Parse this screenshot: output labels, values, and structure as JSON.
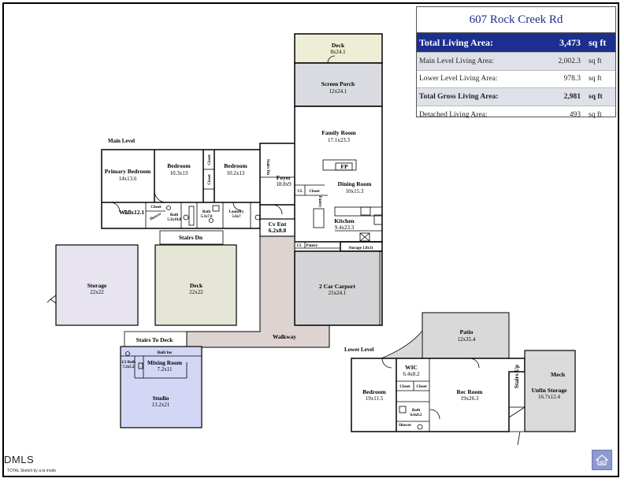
{
  "summary": {
    "address": "607 Rock Creek Rd",
    "total_living": {
      "label": "Total Living Area:",
      "value": "3,473",
      "unit": "sq ft"
    },
    "main_level": {
      "label": "Main Level Living Area:",
      "value": "2,002.3",
      "unit": "sq ft"
    },
    "lower_level": {
      "label": "Lower Level Living Area:",
      "value": "978.3",
      "unit": "sq ft"
    },
    "total_gross": {
      "label": "Total Gross Living Area:",
      "value": "2,981",
      "unit": "sq ft"
    },
    "detached": {
      "label": "Detached Living Area:",
      "value": "493",
      "unit": "sq ft"
    }
  },
  "levels": {
    "main": "Main Level",
    "lower": "Lower Level"
  },
  "rooms": {
    "deck_top": {
      "name": "Deck",
      "dims": "8x24.1"
    },
    "screen_porch": {
      "name": "Screen Porch",
      "dims": "12x24.1"
    },
    "family_room": {
      "name": "Family Room",
      "dims": "17.1x23.3"
    },
    "fp": "FP",
    "primary_bedroom": {
      "name": "Primary Bedroom",
      "dims": "14x13.6"
    },
    "bedroom_1": {
      "name": "Bedroom",
      "dims": "10.3x13"
    },
    "bedroom_2": {
      "name": "Bedroom",
      "dims": "10.2x13"
    },
    "closet_v1": "Closet",
    "closet_v2": "Closet",
    "stairs_dn_v": "Stairs Dn",
    "foyer": {
      "name": "Foyer",
      "dims": "18.8x9"
    },
    "cl_1": "CL",
    "closet_h": "Closet",
    "dining_room": {
      "name": "Dining Room",
      "dims": "10x15.3"
    },
    "wic_main": {
      "name": "WIC",
      "dims": "5.3x12.1"
    },
    "closet_small": "Closet",
    "shower_main": "Shower",
    "bath_main": {
      "name": "Bath",
      "dims": "5.3x10.8"
    },
    "bath_half": {
      "name": "Bath",
      "dims": "5.3x7.8"
    },
    "laundry": {
      "name": "Laundry",
      "dims": "5.6x7"
    },
    "pantry_v": "Pantry",
    "kitchen": {
      "name": "Kitchen",
      "dims": "9.4x23.3"
    },
    "cv_ent": {
      "name": "Cv Ent",
      "dims": "6.2x8.8"
    },
    "cl_2": "CL",
    "pantry_h": "Pantry",
    "storage_small": "Storage 1.8x11",
    "stairs_dn": "Stairs Dn",
    "storage_big": {
      "name": "Storage",
      "dims": "22x22"
    },
    "deck_mid": {
      "name": "Deck",
      "dims": "22x22"
    },
    "carport": {
      "name": "2 Car Carport",
      "dims": "21x24.1"
    },
    "walkway": "Walkway",
    "stairs_to_deck": "Stairs To Deck",
    "built_ins": "Built Ins",
    "half_bath": {
      "name": "1/2 Bath",
      "dims": "7.2x5.2"
    },
    "mixing_room": {
      "name": "Mixing Room",
      "dims": "7.2x11"
    },
    "studio": {
      "name": "Studio",
      "dims": "13.2x21"
    },
    "patio": {
      "name": "Patio",
      "dims": "12x35.4"
    },
    "wic_lower": {
      "name": "WIC",
      "dims": "6.4x8.2"
    },
    "closet_l1": "Closet",
    "closet_l2": "Closet",
    "bedroom_lower": {
      "name": "Bedroom",
      "dims": "19x11.5"
    },
    "rec_room": {
      "name": "Rec Room",
      "dims": "19x26.3"
    },
    "bath_lower": {
      "name": "Bath",
      "dims": "6.6x8.2"
    },
    "shower_lower": "Shower",
    "stairs_up": "Stairs Up",
    "mech": "Mech",
    "unfin_storage": {
      "name": "Unfin Storage",
      "dims": "16.7x12.4"
    }
  },
  "footer": {
    "logo": "DMLS",
    "credit": "TOTAL Sketch by a la mode"
  },
  "colors": {
    "deck_fill": "#eeeed6",
    "porch_fill": "#d9dbe0",
    "deck_mid_fill": "#e6e6d6",
    "storage_fill": "#e7e4ef",
    "walkway_fill": "#ddd4d2",
    "carport_fill": "#d4d4d6",
    "studio_fill": "#d4d6f6",
    "patio_fill": "#d9d9d9",
    "mech_fill": "#dadada",
    "summary_accent": "#1c2f8e"
  }
}
